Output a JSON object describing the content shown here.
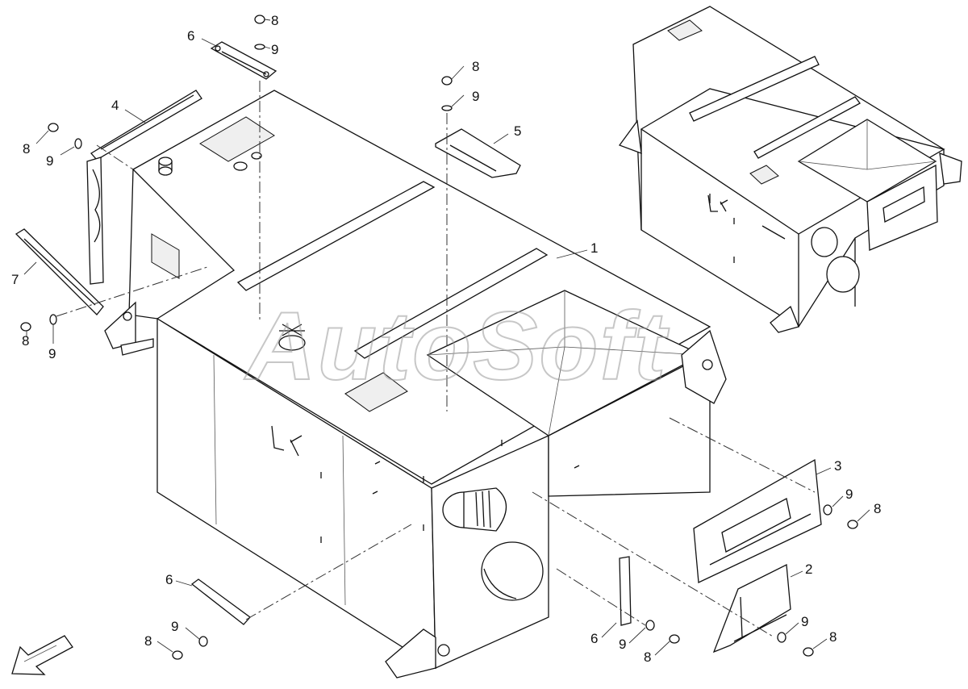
{
  "watermark": "AutoSoft",
  "callouts": [
    {
      "id": "c8a",
      "text": "8"
    },
    {
      "id": "c9a",
      "text": "9"
    },
    {
      "id": "c6a",
      "text": "6"
    },
    {
      "id": "c8b",
      "text": "8"
    },
    {
      "id": "c9b",
      "text": "9"
    },
    {
      "id": "c5",
      "text": "5"
    },
    {
      "id": "c4",
      "text": "4"
    },
    {
      "id": "c8c",
      "text": "8"
    },
    {
      "id": "c9c",
      "text": "9"
    },
    {
      "id": "c7",
      "text": "7"
    },
    {
      "id": "c8d",
      "text": "8"
    },
    {
      "id": "c9d",
      "text": "9"
    },
    {
      "id": "c1",
      "text": "1"
    },
    {
      "id": "c3",
      "text": "3"
    },
    {
      "id": "c9e",
      "text": "9"
    },
    {
      "id": "c8e",
      "text": "8"
    },
    {
      "id": "c2",
      "text": "2"
    },
    {
      "id": "c9f",
      "text": "9"
    },
    {
      "id": "c8f",
      "text": "8"
    },
    {
      "id": "c6b",
      "text": "6"
    },
    {
      "id": "c9g",
      "text": "9"
    },
    {
      "id": "c8g",
      "text": "8"
    },
    {
      "id": "c6c",
      "text": "6"
    },
    {
      "id": "c9h",
      "text": "9"
    },
    {
      "id": "c8h",
      "text": "8"
    }
  ]
}
